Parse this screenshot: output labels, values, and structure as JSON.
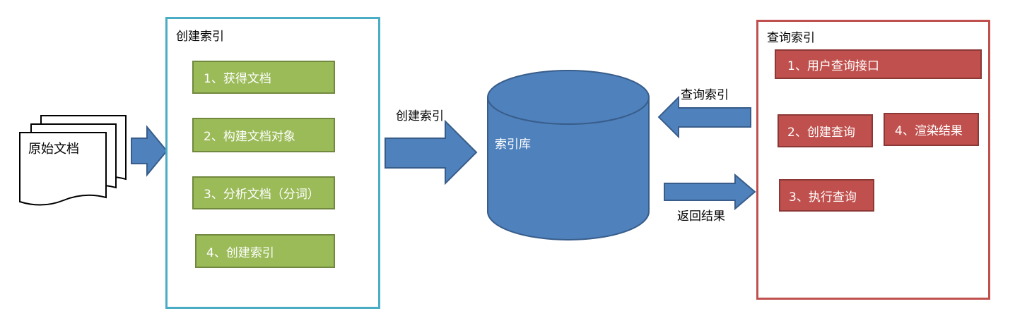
{
  "source": {
    "label": "原始文档"
  },
  "index_panel": {
    "title": "创建索引",
    "steps": [
      "1、获得文档",
      "2、构建文档对象",
      "3、分析文档（分词）",
      "4、创建索引"
    ]
  },
  "arrow_create_label": "创建索引",
  "database": {
    "label": "索引库"
  },
  "arrow_query_label": "查询索引",
  "arrow_return_label": "返回结果",
  "query_panel": {
    "title": "查询索引",
    "steps": [
      "1、用户查询接口",
      "2、创建查询",
      "3、执行查询",
      "4、渲染结果"
    ]
  },
  "colors": {
    "blue_arrow": "#4f81bd",
    "green_step": "#9bbb59",
    "red_step": "#c0504d",
    "orange_arrow": "#f79646",
    "index_border": "#4bacc6",
    "query_border": "#c0504d"
  }
}
